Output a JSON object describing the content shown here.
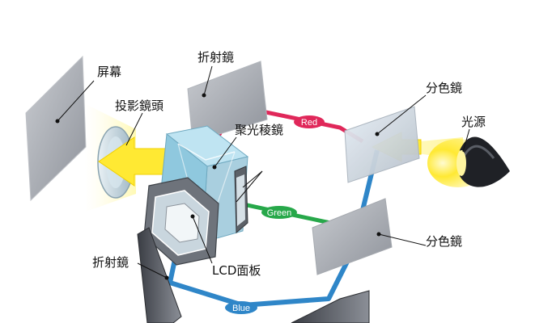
{
  "labels": {
    "screen": "屏幕",
    "projection_lens": "投影鏡頭",
    "mirror_top": "折射鏡",
    "prism": "聚光稜鏡",
    "lcd_panel": "LCD面板",
    "mirror_bottom": "折射鏡",
    "dichroic_top": "分色鏡",
    "dichroic_mid": "分色鏡",
    "light_source": "光源"
  },
  "beams": {
    "red": "Red",
    "green": "Green",
    "blue": "Blue"
  },
  "colors": {
    "red": "#e0285a",
    "green": "#27a84a",
    "blue": "#2f86c8",
    "light": "#ffee3a",
    "panel": "#9a9ea6",
    "cube": "#8fc8de"
  }
}
